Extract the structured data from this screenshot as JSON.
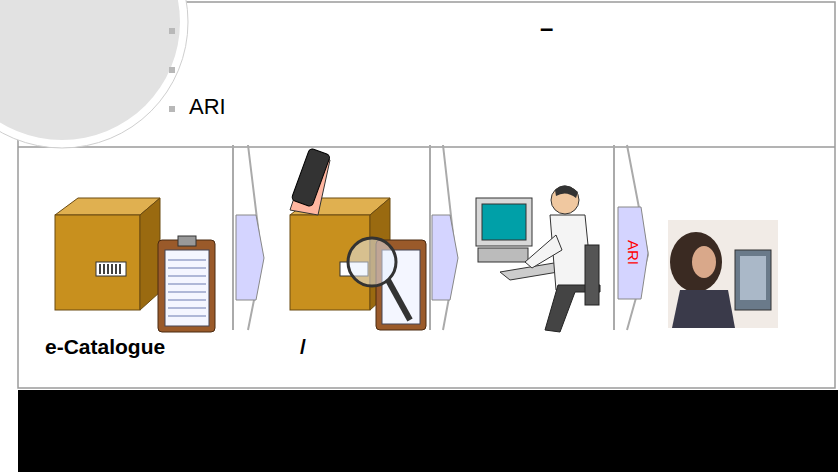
{
  "diagram": {
    "nodes": [
      {
        "text": [
          "ARI"
        ]
      }
    ],
    "labels": [
      "–",
      "ARI",
      "e-Catalogue",
      "/"
    ]
  }
}
